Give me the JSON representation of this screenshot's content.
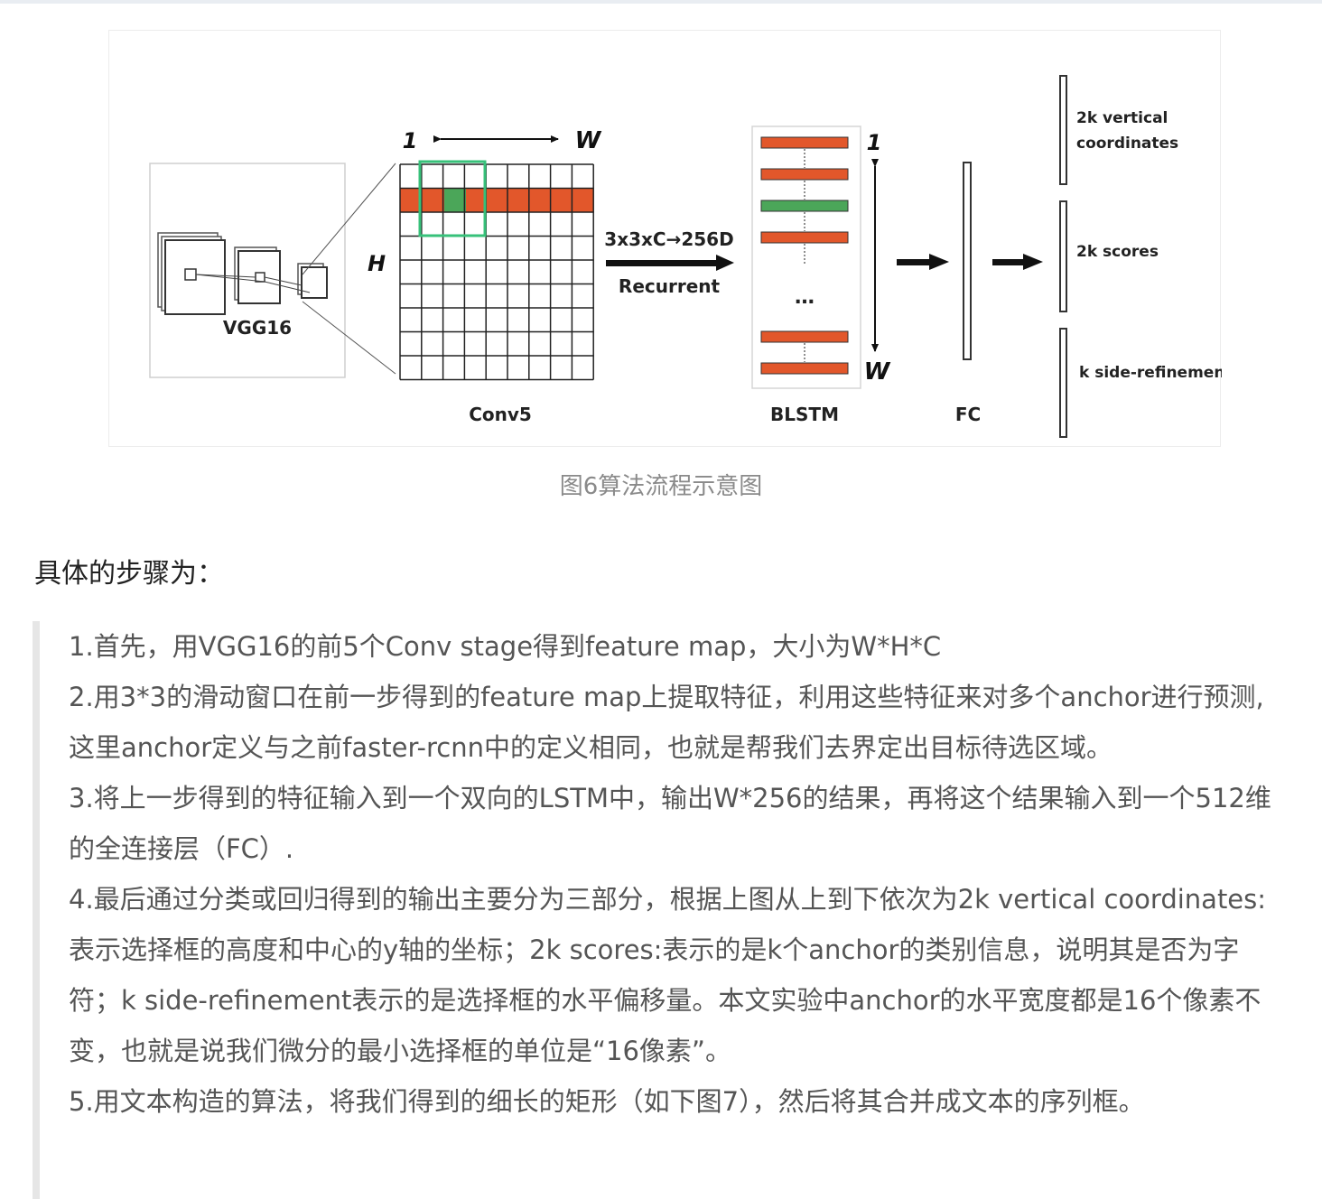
{
  "figure": {
    "labels": {
      "vgg16": "VGG16",
      "one_top": "1",
      "w_top": "W",
      "h": "H",
      "conv_op": "3x3xC→256D",
      "recurrent": "Recurrent",
      "conv5": "Conv5",
      "blstm": "BLSTM",
      "one_blstm": "1",
      "w_blstm": "W",
      "dots": "…",
      "fc": "FC",
      "out1_line1": "2k vertical",
      "out1_line2": "coordinates",
      "out2": "2k scores",
      "out3": "k side-refinement"
    },
    "colors": {
      "orange": "#e2572b",
      "green": "#4ba659",
      "green_window": "#37c17a"
    }
  },
  "caption": "图6算法流程示意图",
  "section_title": "具体的步骤为：",
  "steps": [
    "1.首先，用VGG16的前5个Conv stage得到feature map，大小为W*H*C",
    "2.用3*3的滑动窗口在前一步得到的feature map上提取特征，利用这些特征来对多个anchor进行预测,这里anchor定义与之前faster-rcnn中的定义相同，也就是帮我们去界定出目标待选区域。",
    "3.将上一步得到的特征输入到一个双向的LSTM中，输出W*256的结果，再将这个结果输入到一个512维的全连接层（FC）.",
    "4.最后通过分类或回归得到的输出主要分为三部分，根据上图从上到下依次为2k vertical coordinates:表示选择框的高度和中心的y轴的坐标；2k scores:表示的是k个anchor的类别信息，说明其是否为字符；k side-refinement表示的是选择框的水平偏移量。本文实验中anchor的水平宽度都是16个像素不变，也就是说我们微分的最小选择框的单位是“16像素”。",
    "5.用文本构造的算法，将我们得到的细长的矩形（如下图7），然后将其合并成文本的序列框。"
  ]
}
